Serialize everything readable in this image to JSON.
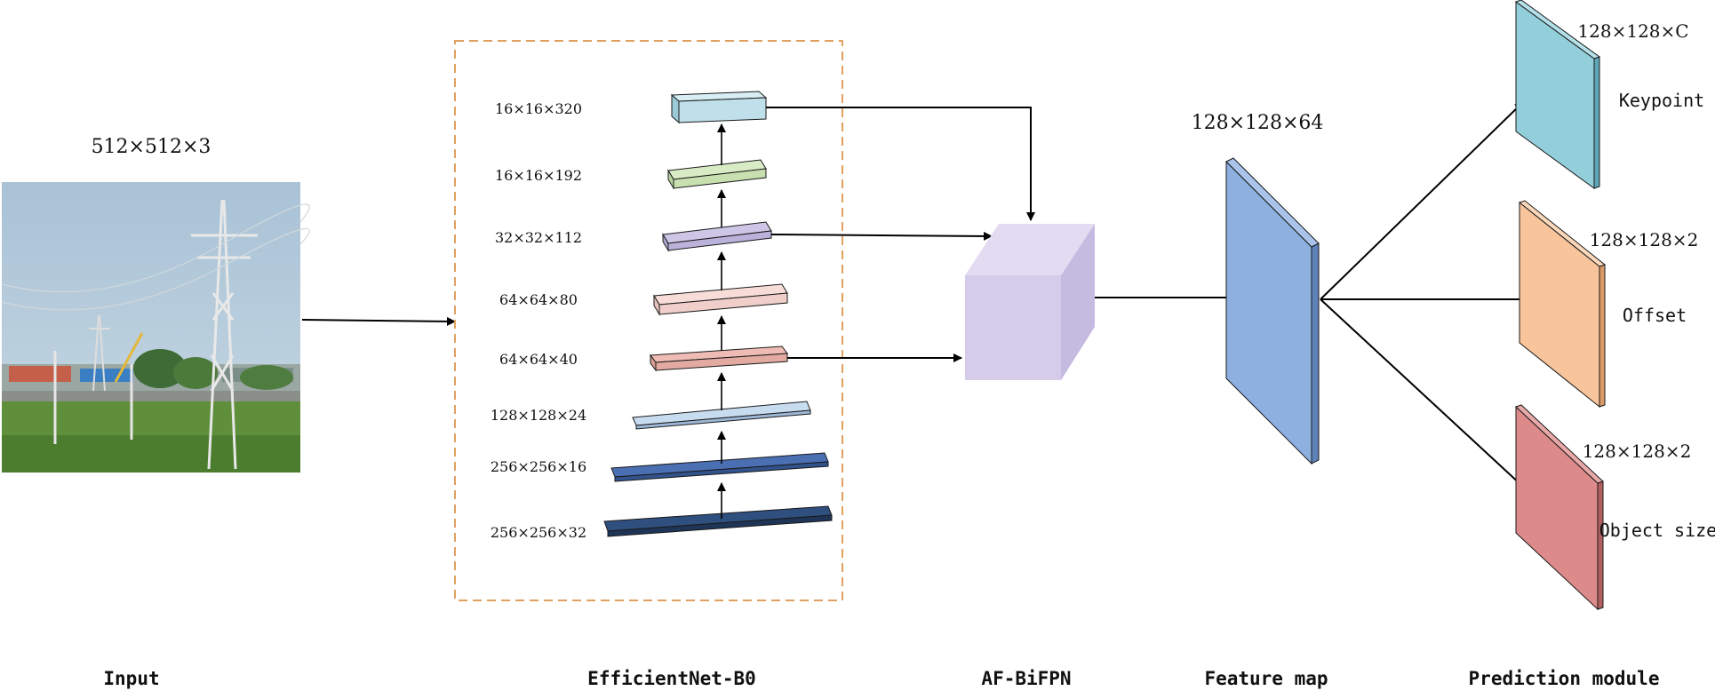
{
  "input": {
    "dims": "512×512×3",
    "photo_alt": "transmission tower photo"
  },
  "backbone": {
    "title": "EfficientNet-B0",
    "layers": [
      "16×16×320",
      "16×16×192",
      "32×32×112",
      "64×64×80",
      "64×64×40",
      "128×128×24",
      "256×256×16",
      "256×256×32"
    ]
  },
  "neck": {
    "title": "AF-BiFPN"
  },
  "feature_map": {
    "title": "Feature map",
    "dims": "128×128×64"
  },
  "prediction": {
    "title": "Prediction module",
    "heads": [
      {
        "name": "Keypoint",
        "dims": "128×128×C"
      },
      {
        "name": "Offset",
        "dims": "128×128×2"
      },
      {
        "name": "Object size",
        "dims": "128×128×2"
      }
    ]
  },
  "bottom_labels": {
    "input": "Input",
    "backbone": "EfficientNet-B0",
    "neck": "AF-BiFPN",
    "feature_map": "Feature map",
    "prediction": "Prediction module"
  },
  "colors": {
    "dashed_box": "#e0a060",
    "layer_fills": [
      "#bfe0ea",
      "#d8ebc4",
      "#cdc6e6",
      "#f7dcd8",
      "#eebcb4",
      "#c8dcf0",
      "#4a6fb3",
      "#2f4f7f"
    ],
    "bifpn": "#d5cce9",
    "feature_map": "#8eb0e0",
    "keypoint": "#93cfdb",
    "offset": "#f7c49b",
    "object_size": "#dc8a8a"
  }
}
